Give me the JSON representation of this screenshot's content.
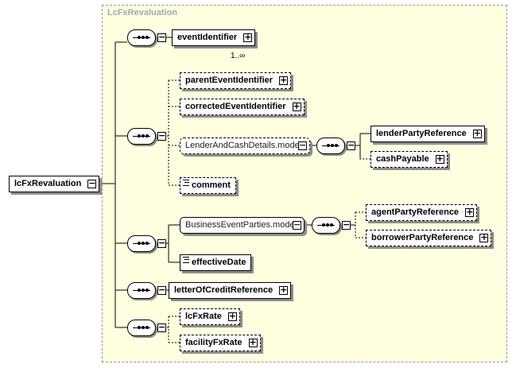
{
  "region": {
    "title": "LcFxRevaluation"
  },
  "root": {
    "label": "lcFxRevaluation",
    "toggle": "−"
  },
  "sequences": [
    {
      "name": "sequence-1",
      "toggle": "−"
    },
    {
      "name": "sequence-2",
      "toggle": "−"
    },
    {
      "name": "sequence-3",
      "toggle": "−"
    },
    {
      "name": "sequence-4",
      "toggle": "−"
    },
    {
      "name": "sequence-5",
      "toggle": "−"
    },
    {
      "name": "sequence-lender",
      "toggle": "−"
    },
    {
      "name": "sequence-business",
      "toggle": "−"
    }
  ],
  "elements": {
    "eventIdentifier": {
      "label": "eventIdentifier",
      "toggle": "+",
      "multiplicity": "1..∞"
    },
    "parentEventIdentifier": {
      "label": "parentEventIdentifier",
      "toggle": "+"
    },
    "correctedEventIdentifier": {
      "label": "correctedEventIdentifier",
      "toggle": "+"
    },
    "lenderAndCashDetails": {
      "label": "LenderAndCashDetails.model",
      "toggle": "−"
    },
    "lenderPartyReference": {
      "label": "lenderPartyReference",
      "toggle": "+"
    },
    "cashPayable": {
      "label": "cashPayable",
      "toggle": "+"
    },
    "comment": {
      "label": "comment"
    },
    "businessEventParties": {
      "label": "BusinessEventParties.model",
      "toggle": "−"
    },
    "agentPartyReference": {
      "label": "agentPartyReference",
      "toggle": "+"
    },
    "borrowerPartyReference": {
      "label": "borrowerPartyReference",
      "toggle": "+"
    },
    "effectiveDate": {
      "label": "effectiveDate"
    },
    "letterOfCreditReference": {
      "label": "letterOfCreditReference",
      "toggle": "+"
    },
    "lcFxRate": {
      "label": "lcFxRate",
      "toggle": "+"
    },
    "facilityFxRate": {
      "label": "facilityFxRate",
      "toggle": "+"
    }
  }
}
